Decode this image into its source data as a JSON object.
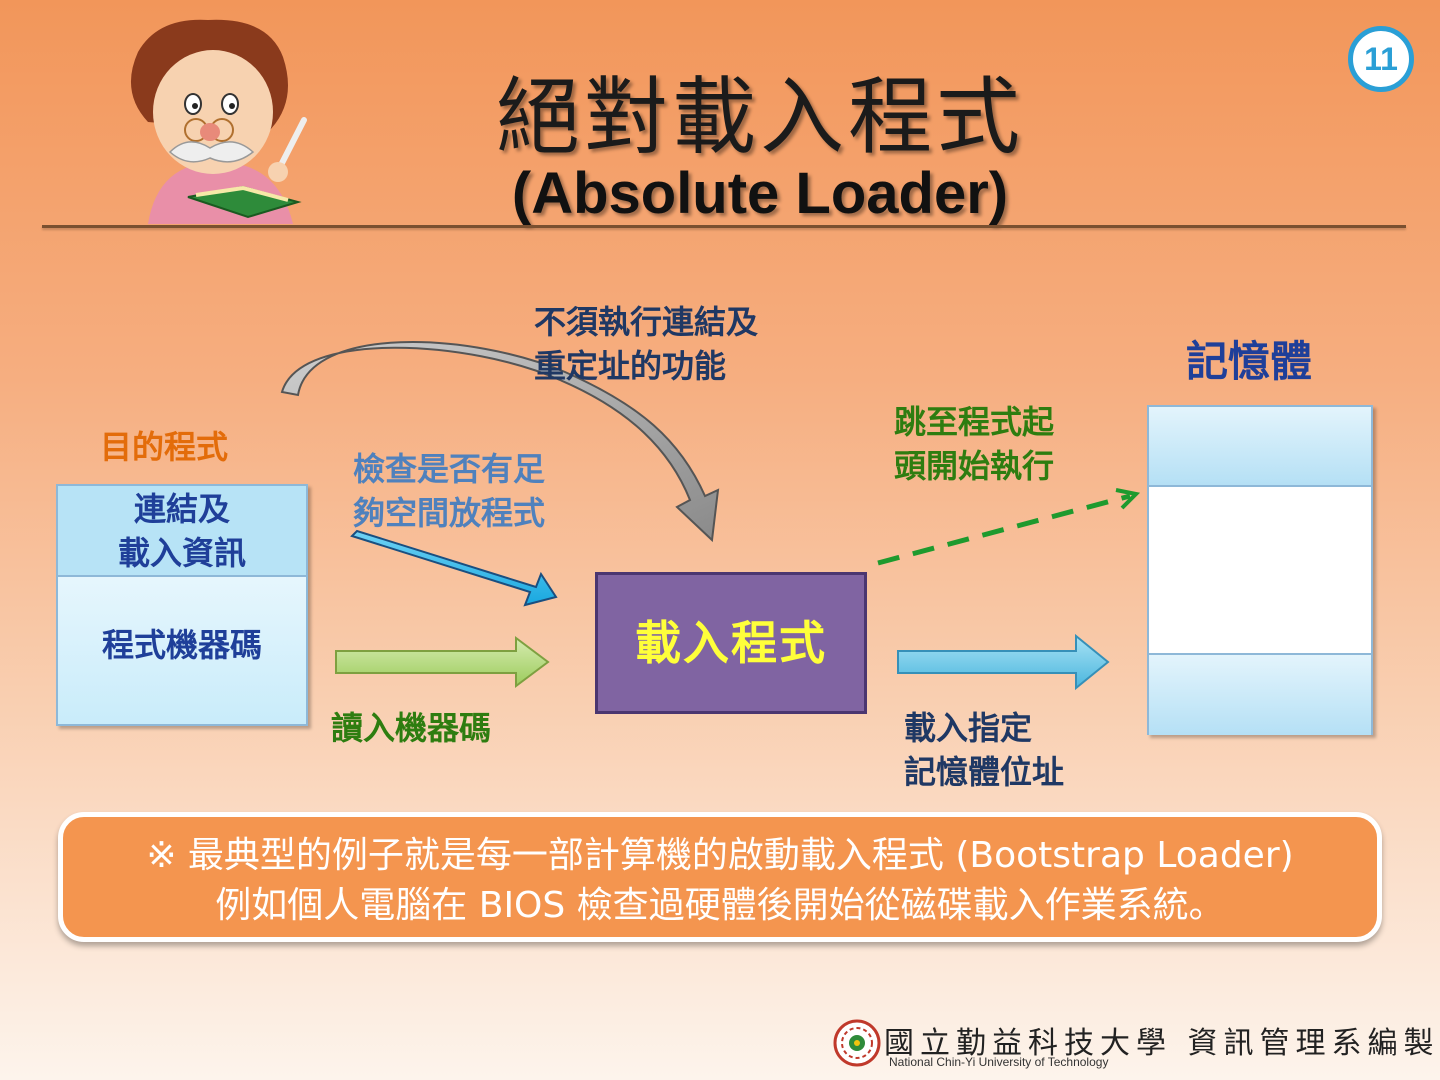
{
  "header": {
    "title_zh": "絕對載入程式",
    "title_en": "(Absolute Loader)",
    "page_number": "11"
  },
  "diagram": {
    "object_program": {
      "label": "目的程式",
      "top_line1": "連結及",
      "top_line2": "載入資訊",
      "bottom": "程式機器碼"
    },
    "no_link_note": {
      "line1": "不須執行連結及",
      "line2": "重定址的功能"
    },
    "check_space": {
      "line1": "檢查是否有足",
      "line2": "夠空間放程式"
    },
    "read_machine_code": "讀入機器碼",
    "loader": "載入程式",
    "jump_start": {
      "line1": "跳至程式起",
      "line2": "頭開始執行"
    },
    "load_address": {
      "line1": "載入指定",
      "line2": "記憶體位址"
    },
    "memory_label": "記憶體"
  },
  "note": {
    "line1": "※ 最典型的例子就是每一部計算機的啟動載入程式 (Bootstrap Loader)",
    "line2": "例如個人電腦在  BIOS  檢查過硬體後開始從磁碟載入作業系統。"
  },
  "footer": {
    "org_zh": "國立勤益科技大學 資訊管理系編製",
    "org_en": "National Chin-Yi University of Technology"
  },
  "colors": {
    "background_top": "#f2965a",
    "loader_fill": "#8064a2",
    "loader_text": "#ffff3a",
    "note_fill": "#f4954f",
    "badge": "#2a9fd6"
  }
}
